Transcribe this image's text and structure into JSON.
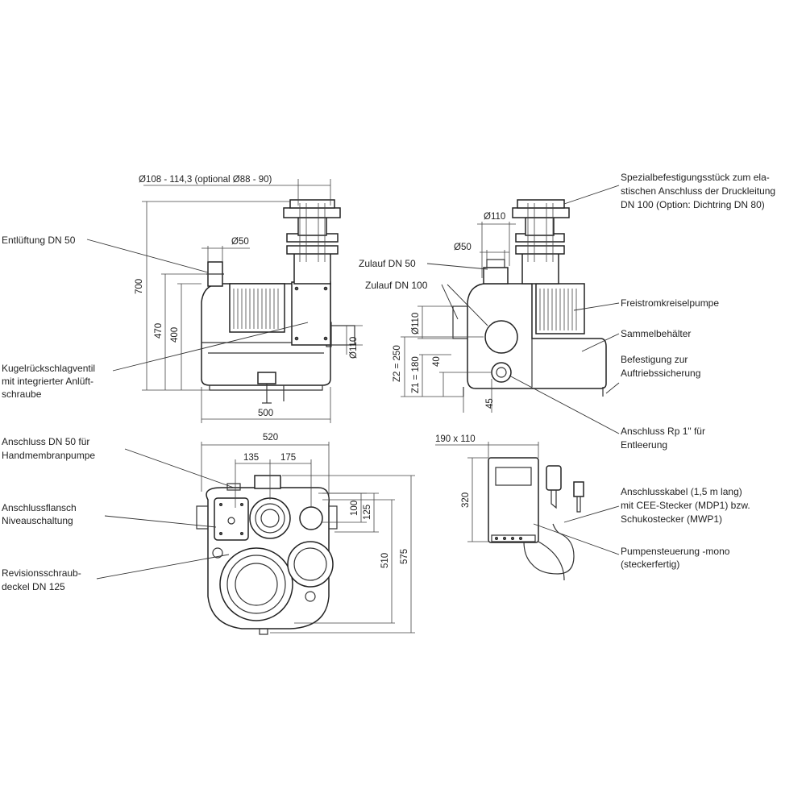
{
  "dimensions": {
    "top_pipe": "Ø108 - 114,3 (optional Ø88 - 90)",
    "h700": "700",
    "h470": "470",
    "h400": "400",
    "phi50_left": "Ø50",
    "phi110_left": "Ø110",
    "w500": "500",
    "phi110_right": "Ø110",
    "phi50_right": "Ø50",
    "phi110_vert": "Ø110",
    "z2": "Z2 = 250",
    "z1": "Z1 = 180",
    "h40": "40",
    "w45": "45",
    "w520": "520",
    "w135": "135",
    "w175": "175",
    "h100": "100",
    "h125": "125",
    "h510": "510",
    "h575": "575",
    "box_size": "190 x 110",
    "h320": "320"
  },
  "labels": {
    "entlueftung": "Entlüftung DN 50",
    "kugel_1": "Kugelrückschlagventil",
    "kugel_2": "mit integrierter Anlüft-",
    "kugel_3": "schraube",
    "zulauf50": "Zulauf DN 50",
    "zulauf100": "Zulauf DN 100",
    "spezial_1": "Spezialbefestigungsstück zum ela-",
    "spezial_2": "stischen Anschluss der Druckleitung",
    "spezial_3": "DN 100 (Option: Dichtring DN 80)",
    "freistrom": "Freistromkreiselpumpe",
    "sammel": "Sammelbehälter",
    "befest_1": "Befestigung zur",
    "befest_2": "Auftriebssicherung",
    "rp_1": "Anschluss Rp 1\" für",
    "rp_2": "Entleerung",
    "hand_1": "Anschluss DN 50 für",
    "hand_2": "Handmembranpumpe",
    "flansch_1": "Anschlussflansch",
    "flansch_2": "Niveauschaltung",
    "rev_1": "Revisionsschraub-",
    "rev_2": "deckel DN 125",
    "kabel_1": "Anschlusskabel (1,5 m lang)",
    "kabel_2": "mit CEE-Stecker (MDP1) bzw.",
    "kabel_3": "Schukostecker (MWP1)",
    "steuer_1": "Pumpensteuerung -mono",
    "steuer_2": "(steckerfertig)"
  }
}
